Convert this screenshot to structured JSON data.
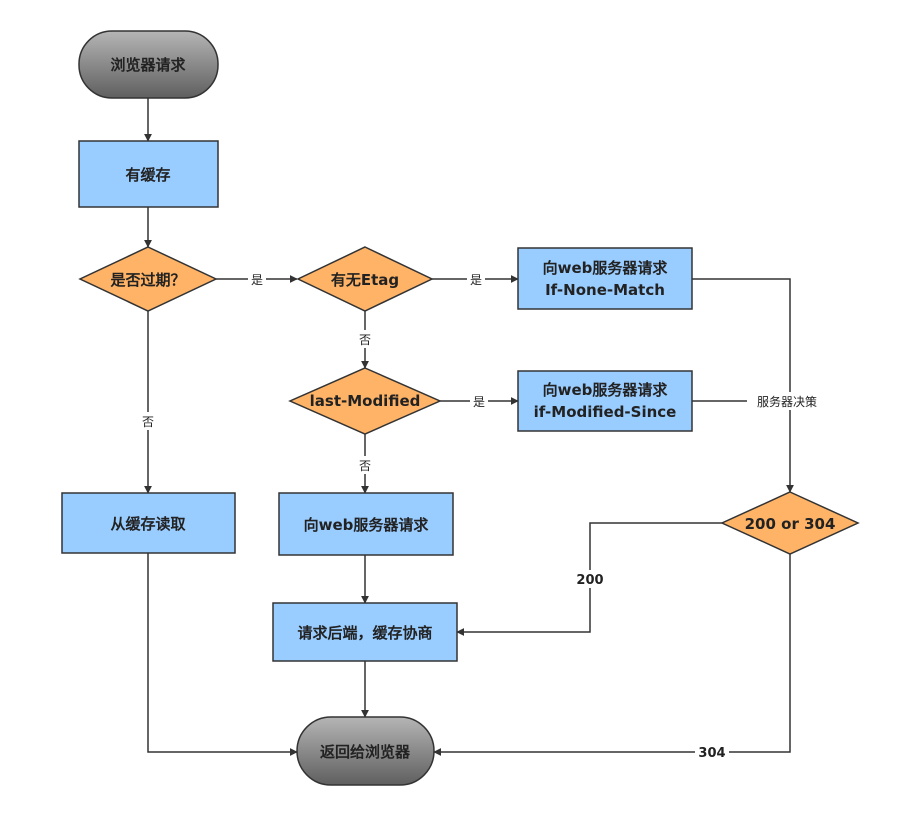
{
  "nodes": {
    "start": "浏览器请求",
    "has_cache": "有缓存",
    "expired": "是否过期？",
    "has_etag": "有无Etag",
    "req_none_match_line1": "向web服务器请求",
    "req_none_match_line2": "If-None-Match",
    "last_modified": "last-Modified",
    "req_modified_since_line1": "向web服务器请求",
    "req_modified_since_line2": "if-Modified-Since",
    "read_cache": "从缓存读取",
    "req_server": "向web服务器请求",
    "negotiate": "请求后端，缓存协商",
    "status_check": "200 or 304",
    "end": "返回给浏览器"
  },
  "edge_labels": {
    "expired_yes": "是",
    "etag_yes": "是",
    "etag_no": "否",
    "lastmod_yes": "是",
    "lastmod_no": "否",
    "expired_no": "否",
    "server_decision": "服务器决策",
    "status_200": "200",
    "status_304": "304"
  },
  "colors": {
    "process_fill": "#99ccff",
    "decision_fill": "#ffb366",
    "terminal_fill": "#7a7a7a",
    "stroke": "#333333"
  }
}
